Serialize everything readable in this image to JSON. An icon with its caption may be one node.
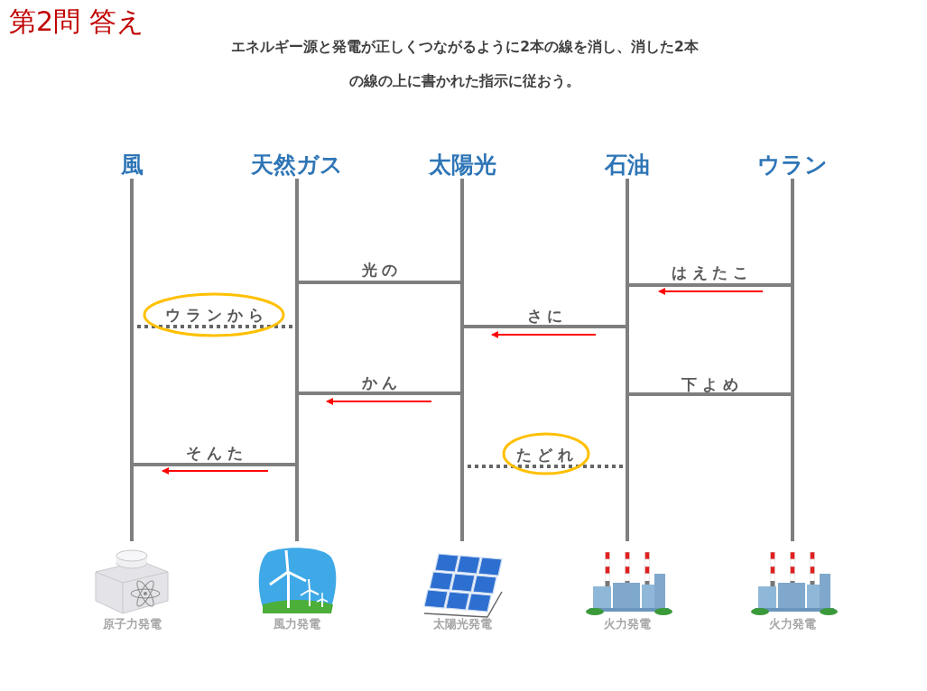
{
  "diagram": {
    "title": "第2問 答え",
    "nodes": [
      {
        "text": [
          "風"
        ]
      },
      {
        "text": [
          "天然ガス"
        ]
      },
      {
        "text": [
          "太陽光"
        ]
      },
      {
        "text": [
          "石油"
        ]
      },
      {
        "text": [
          "ウラン"
        ]
      },
      {
        "text": [
          "原子力発電"
        ]
      },
      {
        "text": [
          "風力発電"
        ]
      },
      {
        "text": [
          "太陽光発電"
        ]
      },
      {
        "text": [
          "火力発電"
        ]
      },
      {
        "text": [
          "火力発電"
        ]
      }
    ],
    "edges": [
      {
        "from": 0,
        "to": 5,
        "arrow": "none"
      },
      {
        "from": 1,
        "to": 6,
        "arrow": "none"
      },
      {
        "from": 2,
        "to": 7,
        "arrow": "none"
      },
      {
        "from": 3,
        "to": 8,
        "arrow": "none"
      },
      {
        "from": 4,
        "to": 9,
        "arrow": "none"
      }
    ],
    "labels": [
      "エネルギー源と発電が正しくつながるように2本の線を消し、消した2本の線の上に書かれた指示に従おう。",
      "光の",
      "はえたこ",
      "ウランから",
      "さに",
      "かん",
      "下よめ",
      "そんた",
      "たどれ"
    ]
  }
}
